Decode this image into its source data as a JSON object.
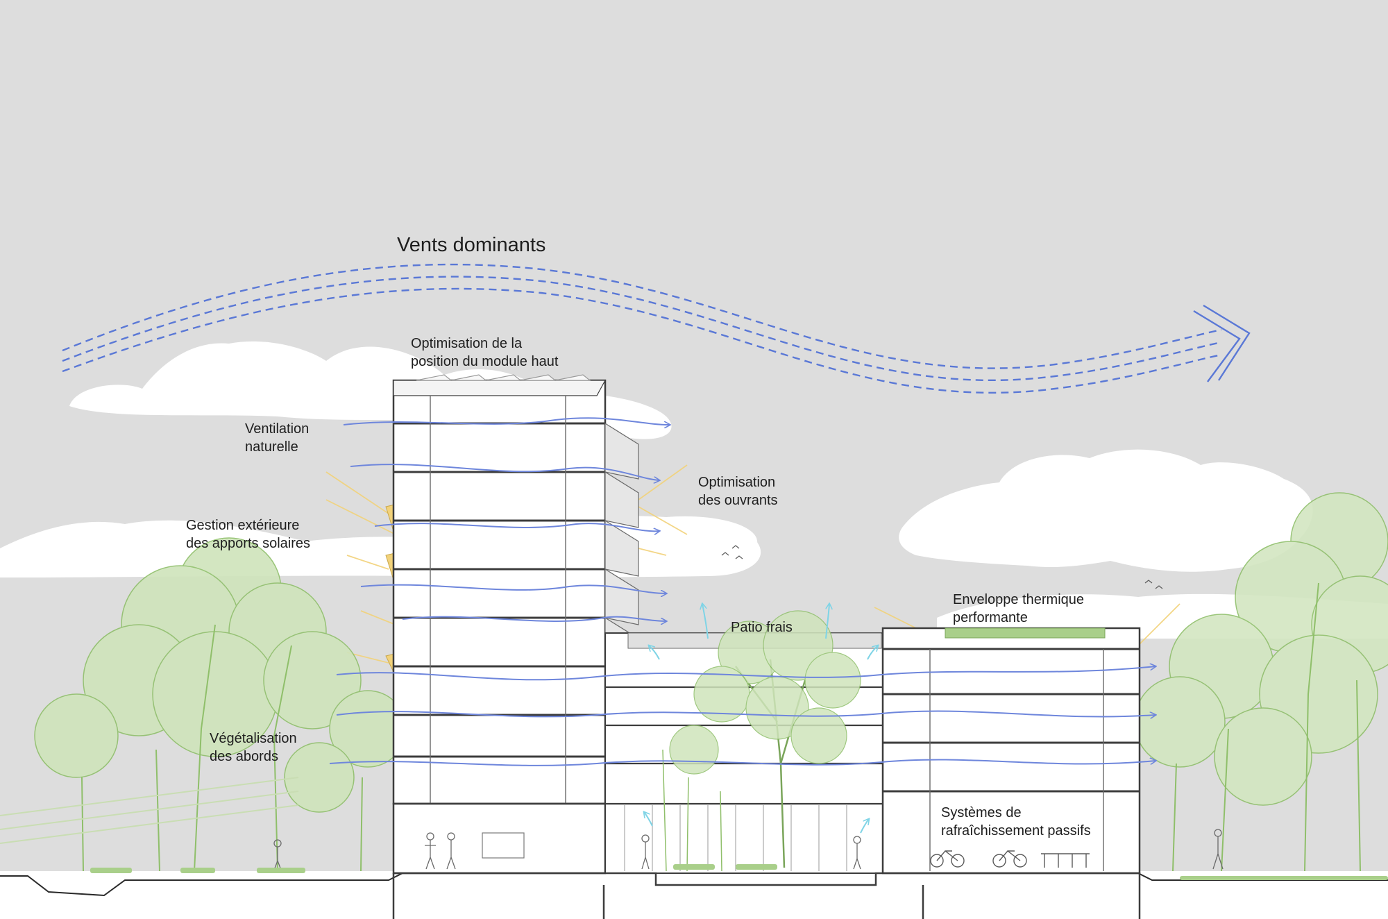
{
  "title": "Vents dominants",
  "colors": {
    "sky": "#dddddd",
    "cloud": "#ffffff",
    "wind": "#5a78d6",
    "airflow": "#6e86dc",
    "cool_air": "#7fd4e6",
    "sun": "#f2d27a",
    "vegetation": "#8fbf6a",
    "structure": "#4a4a4a",
    "ground": "#ffffff"
  },
  "icons": [
    "wind-arrow-icon",
    "tree-icon",
    "person-icon",
    "bicycle-icon",
    "bird-icon",
    "cloud-icon",
    "solar-panel-icon"
  ],
  "annotations": {
    "module_haut": [
      "Optimisation de la",
      "position du module haut"
    ],
    "ventilation": [
      "Ventilation",
      "naturelle"
    ],
    "ouvrants": [
      "Optimisation",
      "des ouvrants"
    ],
    "apports_solaires": [
      "Gestion extérieure",
      "des apports solaires"
    ],
    "enveloppe": [
      "Enveloppe thermique",
      "performante"
    ],
    "patio": [
      "Patio frais"
    ],
    "vegetalisation": [
      "Végétalisation",
      "des abords"
    ],
    "rafraichissement": [
      "Systèmes de",
      "rafraîchissement passifs"
    ]
  }
}
